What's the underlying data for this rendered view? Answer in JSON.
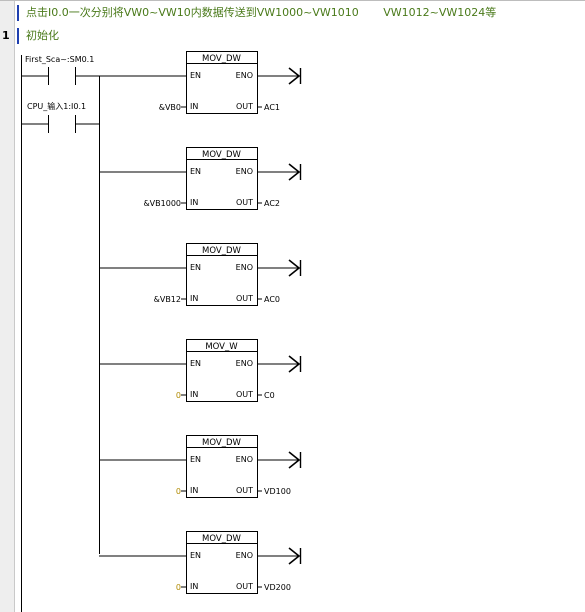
{
  "header": {
    "comment": "点击I0.0一次分别将VW0~VW10内数据传送到VW1000~VW1010       VW1012~VW1024等"
  },
  "network": {
    "number": "1",
    "title": "初始化"
  },
  "contacts": [
    {
      "label": "First_Sca~:SM0.1"
    },
    {
      "label": "CPU_输入1:I0.1"
    }
  ],
  "blocks": [
    {
      "name": "MOV_DW",
      "in": "&VB0",
      "out": "AC1",
      "in_color": "#000000"
    },
    {
      "name": "MOV_DW",
      "in": "&VB1000",
      "out": "AC2",
      "in_color": "#000000"
    },
    {
      "name": "MOV_DW",
      "in": "&VB12",
      "out": "AC0",
      "in_color": "#000000"
    },
    {
      "name": "MOV_W",
      "in": "0",
      "out": "C0",
      "in_color": "#b08a00"
    },
    {
      "name": "MOV_DW",
      "in": "0",
      "out": "VD100",
      "in_color": "#b08a00"
    },
    {
      "name": "MOV_DW",
      "in": "0",
      "out": "VD200",
      "in_color": "#b08a00"
    }
  ],
  "pins": {
    "en": "EN",
    "eno": "ENO",
    "in": "IN",
    "out": "OUT"
  },
  "colors": {
    "wire": "#000000",
    "comment": "#4a7a1a",
    "constant": "#b08a00",
    "gutter": "#eeeeee",
    "marker": "#1f3fb0"
  }
}
